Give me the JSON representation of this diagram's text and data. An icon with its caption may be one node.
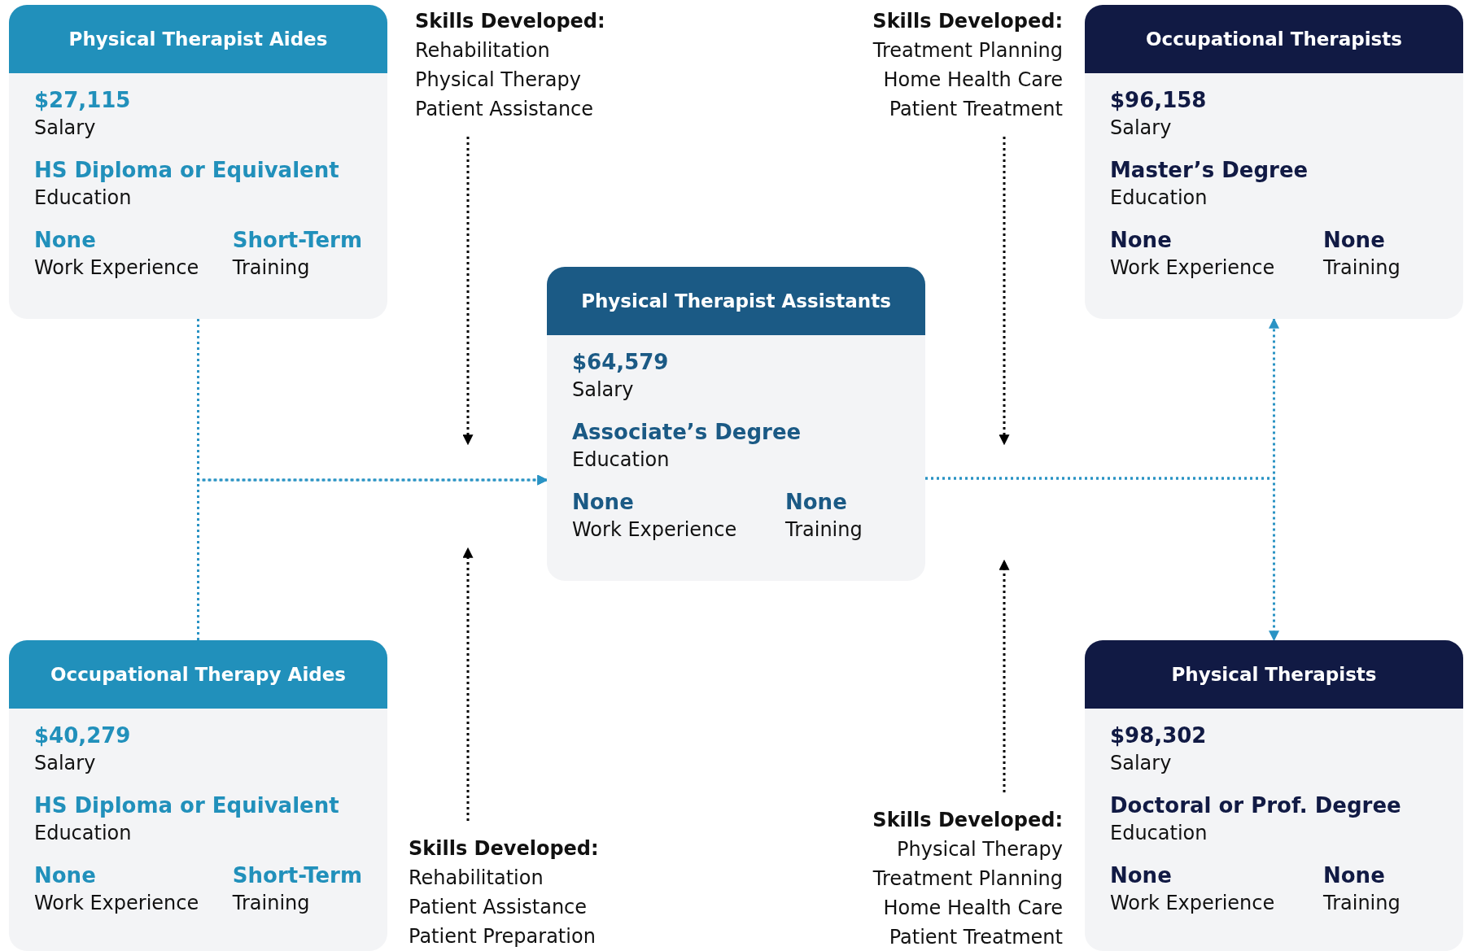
{
  "diagram": {
    "nodes": [
      {
        "text": [
          "Physical Therapist Aides",
          "$27,115",
          "Salary",
          "HS Diploma or Equivalent",
          "Education",
          "None",
          "Work Experience",
          "Short-Term",
          "Training"
        ]
      },
      {
        "text": [
          "Skills Developed:",
          "Rehabilitation",
          "Physical Therapy",
          "Patient Assistance"
        ]
      },
      {
        "text": [
          "Skills Developed:",
          "Treatment Planning",
          "Home Health Care",
          "Patient Treatment"
        ]
      },
      {
        "text": [
          "Occupational Therapists",
          "$96,158",
          "Salary",
          "Master’s Degree",
          "Education",
          "None",
          "Work Experience",
          "None",
          "Training"
        ]
      },
      {
        "text": [
          "Physical Therapist Assistants",
          "$64,579",
          "Salary",
          "Associate’s Degree",
          "Education",
          "None",
          "Work Experience",
          "None",
          "Training"
        ]
      },
      {
        "text": [
          "Occupational Therapy Aides",
          "$40,279",
          "Salary",
          "HS Diploma or Equivalent",
          "Education",
          "None",
          "Work Experience",
          "Short-Term",
          "Training"
        ]
      },
      {
        "text": [
          "Skills Developed:",
          "Rehabilitation",
          "Patient Assistance",
          "Patient Preparation"
        ]
      },
      {
        "text": [
          "Skills Developed:",
          "Physical Therapy",
          "Treatment Planning",
          "Home Health Care",
          "Patient Treatment"
        ]
      },
      {
        "text": [
          "Physical Therapists",
          "$98,302",
          "Salary",
          "Doctoral or Prof. Degree",
          "Education",
          "None",
          "Work Experience",
          "None",
          "Training"
        ]
      }
    ],
    "edges": [
      {
        "from": 0,
        "to": 4,
        "arrow": "to",
        "style": "dashed",
        "color": "#2a93c4"
      },
      {
        "from": 5,
        "to": 4,
        "arrow": "to",
        "style": "dashed",
        "color": "#2a93c4"
      },
      {
        "from": 4,
        "to": 3,
        "arrow": "to",
        "style": "dashed",
        "color": "#2a93c4"
      },
      {
        "from": 4,
        "to": 8,
        "arrow": "to",
        "style": "dashed",
        "color": "#2a93c4"
      },
      {
        "from": 1,
        "to": null,
        "arrow": "to",
        "style": "dashed",
        "color": "#000000"
      },
      {
        "from": 2,
        "to": null,
        "arrow": "to",
        "style": "dashed",
        "color": "#000000"
      },
      {
        "from": 6,
        "to": null,
        "arrow": "to",
        "style": "dashed",
        "color": "#000000"
      },
      {
        "from": 7,
        "to": null,
        "arrow": "to",
        "style": "dashed",
        "color": "#000000"
      }
    ]
  }
}
